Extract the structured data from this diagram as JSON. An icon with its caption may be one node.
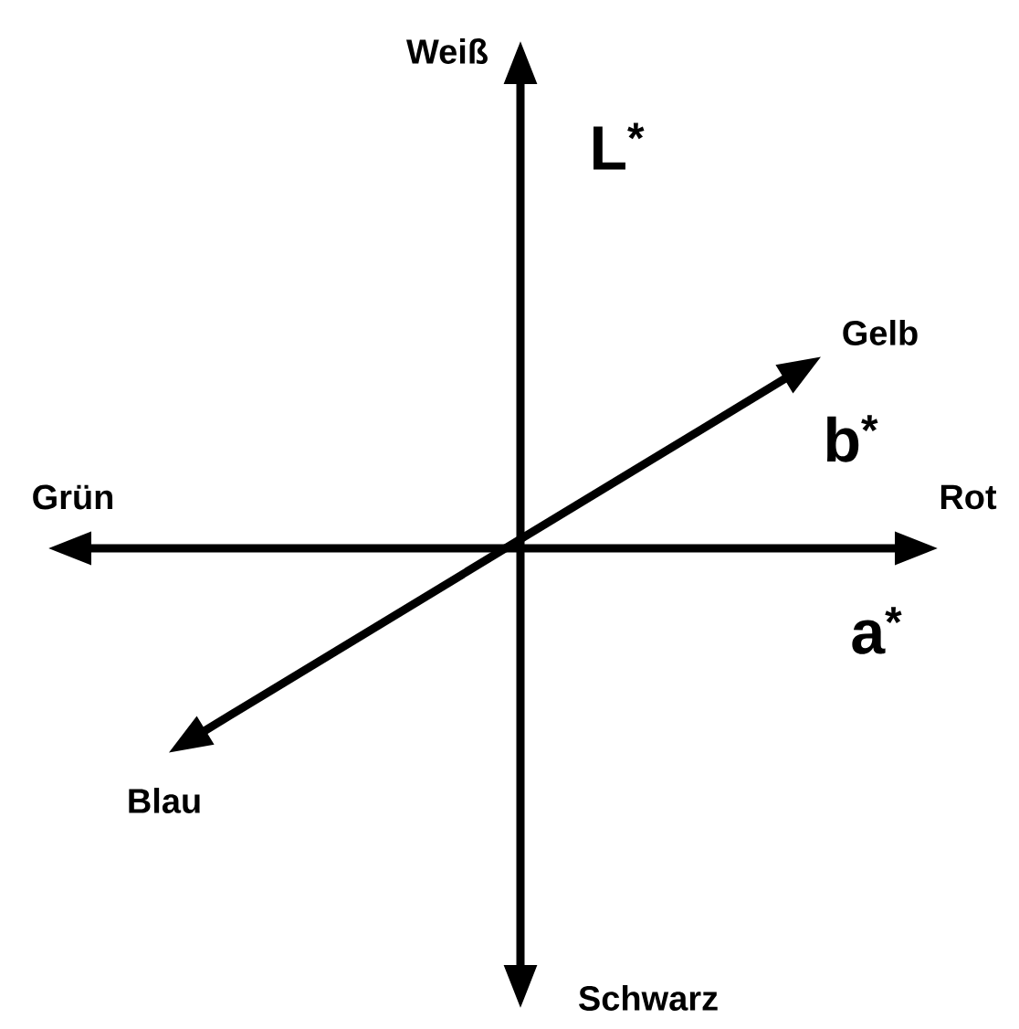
{
  "diagram": {
    "nodes": [
      {
        "text": [
          "Weiß"
        ]
      },
      {
        "text": [
          "Schwarz"
        ]
      },
      {
        "text": [
          "Grün"
        ]
      },
      {
        "text": [
          "Rot"
        ]
      },
      {
        "text": [
          "Gelb"
        ]
      },
      {
        "text": [
          "Blau"
        ]
      }
    ],
    "edges": [
      {
        "from": 0,
        "to": 1,
        "arrow": "both"
      },
      {
        "from": 2,
        "to": 3,
        "arrow": "both"
      },
      {
        "from": 5,
        "to": 4,
        "arrow": "both"
      }
    ],
    "labels": [
      "L$^{*}$",
      "b$^{*}$",
      "a$^{*}$"
    ]
  }
}
